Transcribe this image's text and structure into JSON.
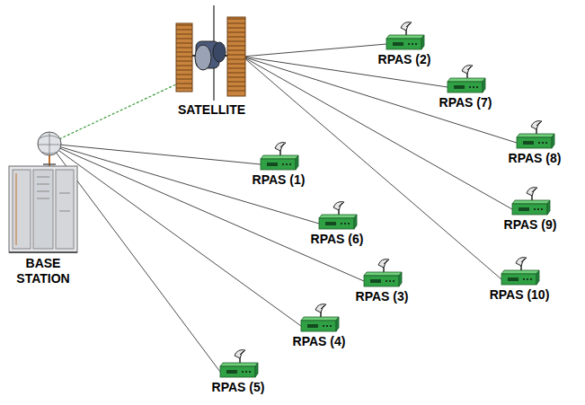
{
  "diagram": {
    "nodes": [
      {
        "text": [
          "SATELLITE"
        ]
      },
      {
        "text": [
          "RPAS (2)"
        ]
      },
      {
        "text": [
          "RPAS (7)"
        ]
      },
      {
        "text": [
          "RPAS (8)"
        ]
      },
      {
        "text": [
          "RPAS (1)"
        ]
      },
      {
        "text": [
          "RPAS (6)"
        ]
      },
      {
        "text": [
          "RPAS (9)"
        ]
      },
      {
        "text": [
          "BASE STATION"
        ]
      },
      {
        "text": [
          "RPAS (3)"
        ]
      },
      {
        "text": [
          "RPAS (10)"
        ]
      },
      {
        "text": [
          "RPAS (4)"
        ]
      },
      {
        "text": [
          "RPAS (5)"
        ]
      }
    ],
    "edges": [
      {
        "from": 7,
        "to": 0,
        "arrow": "none"
      },
      {
        "from": 0,
        "to": 1,
        "arrow": "none"
      },
      {
        "from": 0,
        "to": 2,
        "arrow": "none"
      },
      {
        "from": 0,
        "to": 3,
        "arrow": "none"
      },
      {
        "from": 0,
        "to": 6,
        "arrow": "none"
      },
      {
        "from": 0,
        "to": 9,
        "arrow": "none"
      },
      {
        "from": 7,
        "to": 4,
        "arrow": "none"
      },
      {
        "from": 7,
        "to": 5,
        "arrow": "none"
      },
      {
        "from": 7,
        "to": 8,
        "arrow": "none"
      },
      {
        "from": 7,
        "to": 10,
        "arrow": "none"
      },
      {
        "from": 7,
        "to": 11,
        "arrow": "none"
      }
    ]
  }
}
